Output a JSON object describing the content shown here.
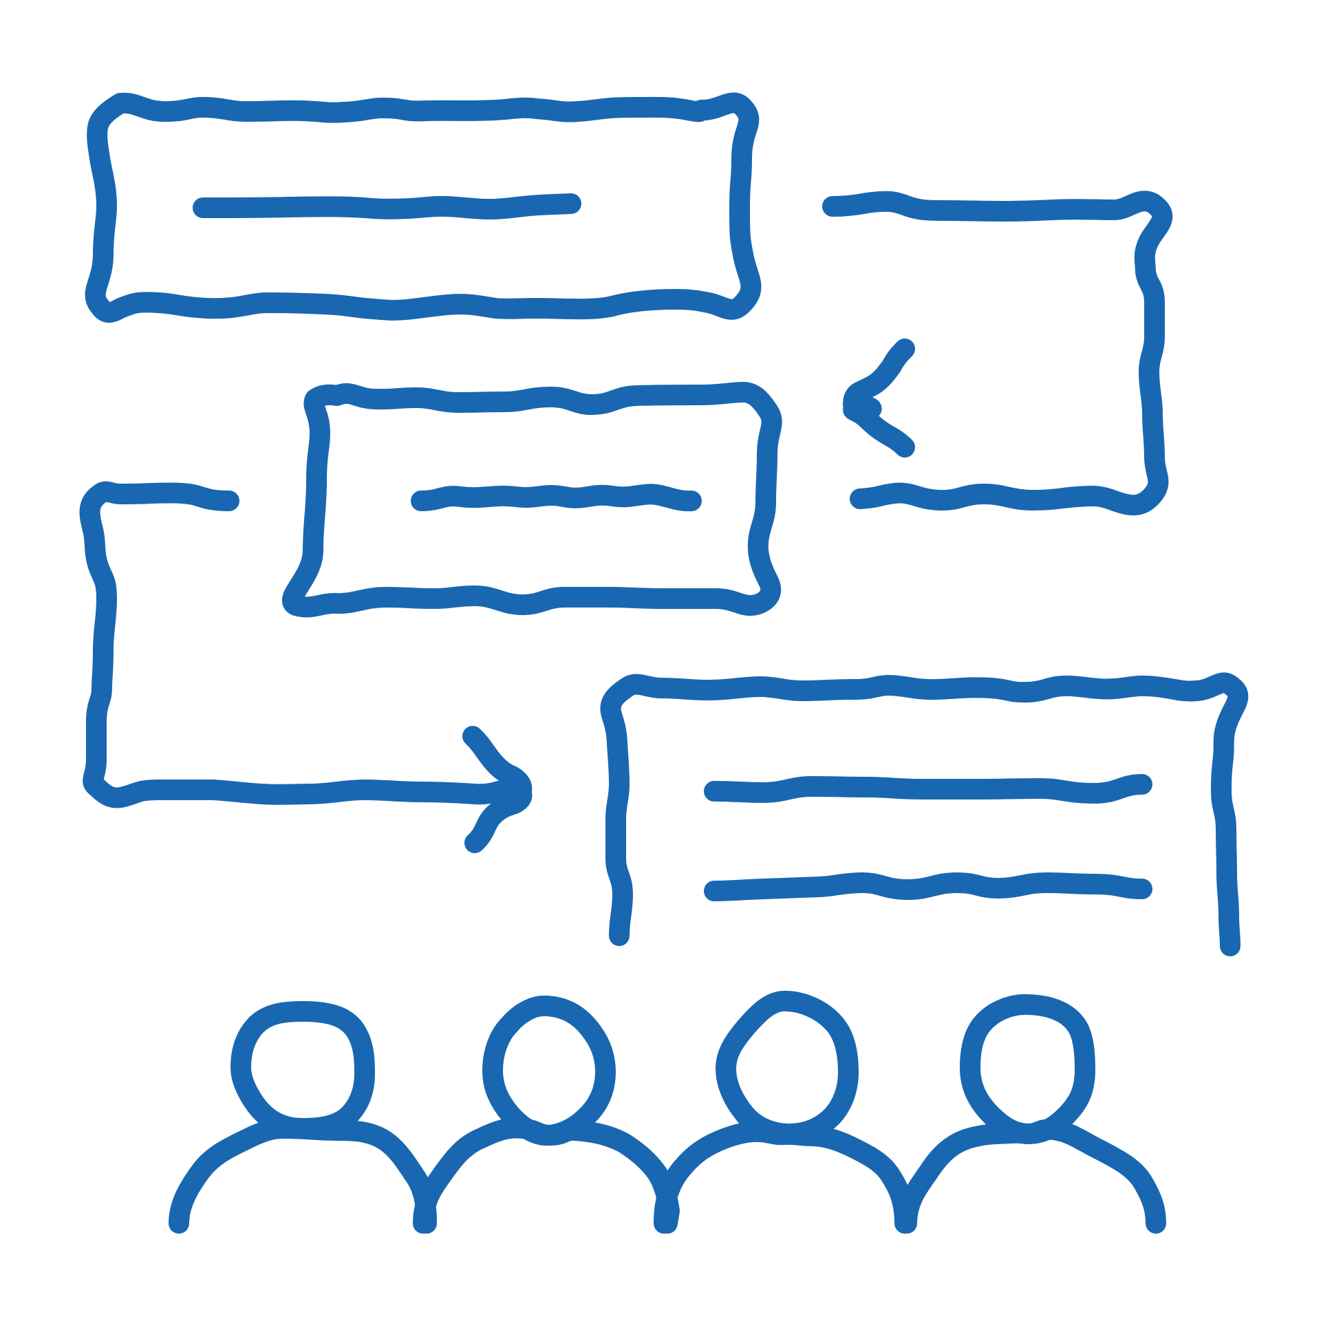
{
  "icon": {
    "name": "team-workflow-icon",
    "style": "hand-drawn doodle outline",
    "stroke_color": "#1967b0",
    "background_color": "#ffffff",
    "elements": [
      "top-left-card",
      "right-bracket-arrow",
      "middle-card",
      "left-bracket-arrow",
      "bottom-right-panel",
      "people-group"
    ],
    "people_count": 4
  }
}
